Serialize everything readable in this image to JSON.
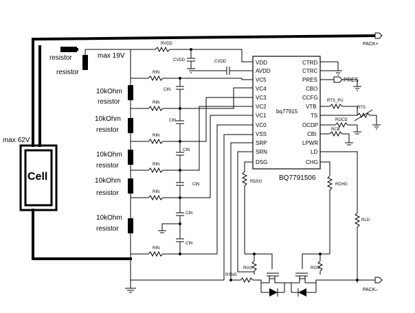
{
  "chip": {
    "name": "bq77915",
    "part_number": "BQ7791506",
    "left_pins": [
      "VDD",
      "AVDD",
      "VC5",
      "VC4",
      "VC3",
      "VC2",
      "VC1",
      "VC0",
      "VSS",
      "SRP",
      "SRN",
      "DSG"
    ],
    "right_pins": [
      "CTRD",
      "CTRC",
      "PRES",
      "CBO",
      "CCFG",
      "VTB",
      "TS",
      "OCDP",
      "CBI",
      "LPWR",
      "LD",
      "CHG"
    ]
  },
  "ports": {
    "pack_plus": "PACK+",
    "pack_minus": "PACK–",
    "pres": "PRES"
  },
  "annotations": {
    "max_19v": "max 19V",
    "max_62v": "max 62V",
    "cell": "Cell",
    "resistor_a": "resistor",
    "resistor_b": "resistor",
    "divider_1a": "10kOhm",
    "divider_1b": "resistor",
    "divider_2a": "10kOhm",
    "divider_2b": "resistor",
    "divider_3a": "10kOhm",
    "divider_3b": "resistor",
    "divider_4a": "10kOhm",
    "divider_4b": "resistor",
    "divider_5a": "10kOhm",
    "divider_5b": "resistor"
  },
  "components": {
    "rvdd": "RVDD",
    "cvdd_left": "CVDD",
    "cvdd_right": "CVDD",
    "rin": "RIN",
    "cin": "CIN",
    "rts_pu": "RTS_PU",
    "rts": "RTS",
    "rocd": "ROCD",
    "rcb": "RCB",
    "rdsg": "RDSG",
    "rchg": "RCHG",
    "rld": "RLD",
    "rsns": "RSNS",
    "rgs_left": "RGS",
    "rgs_right": "RGS"
  }
}
